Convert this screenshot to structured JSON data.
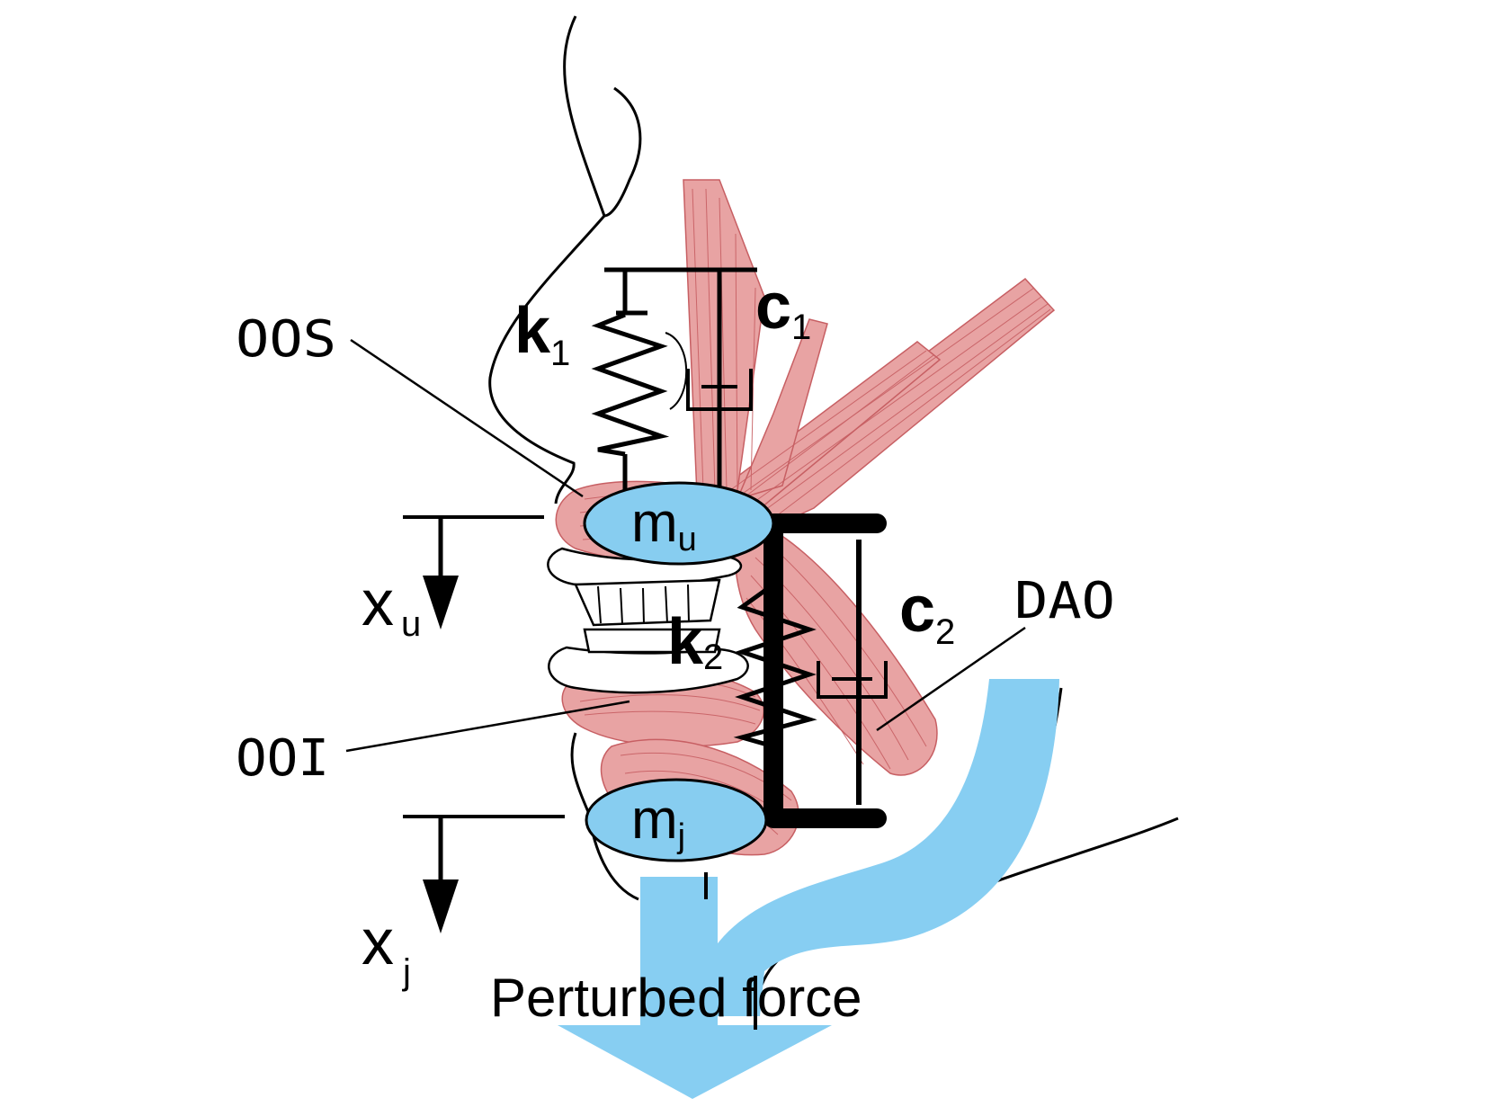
{
  "labels": {
    "oos": "OOS",
    "ooi": "OOI",
    "dao": "DAO",
    "k1_main": "k",
    "k1_sub": "1",
    "c1_main": "c",
    "c1_sub": "1",
    "k2_main": "k",
    "k2_sub": "2",
    "c2_main": "c",
    "c2_sub": "2",
    "mu_main": "m",
    "mu_sub": "u",
    "mj_main": "m",
    "mj_sub": "j",
    "xu_main": "x",
    "xu_sub": "u",
    "xj_main": "x",
    "xj_sub": "j",
    "force": "Perturbed force"
  },
  "colors": {
    "muscle_fill": "#e8a3a3",
    "muscle_stroke": "#c75f63",
    "mass_fill": "#87cdf0",
    "force_fill": "#87cef2",
    "ink": "#000000"
  }
}
